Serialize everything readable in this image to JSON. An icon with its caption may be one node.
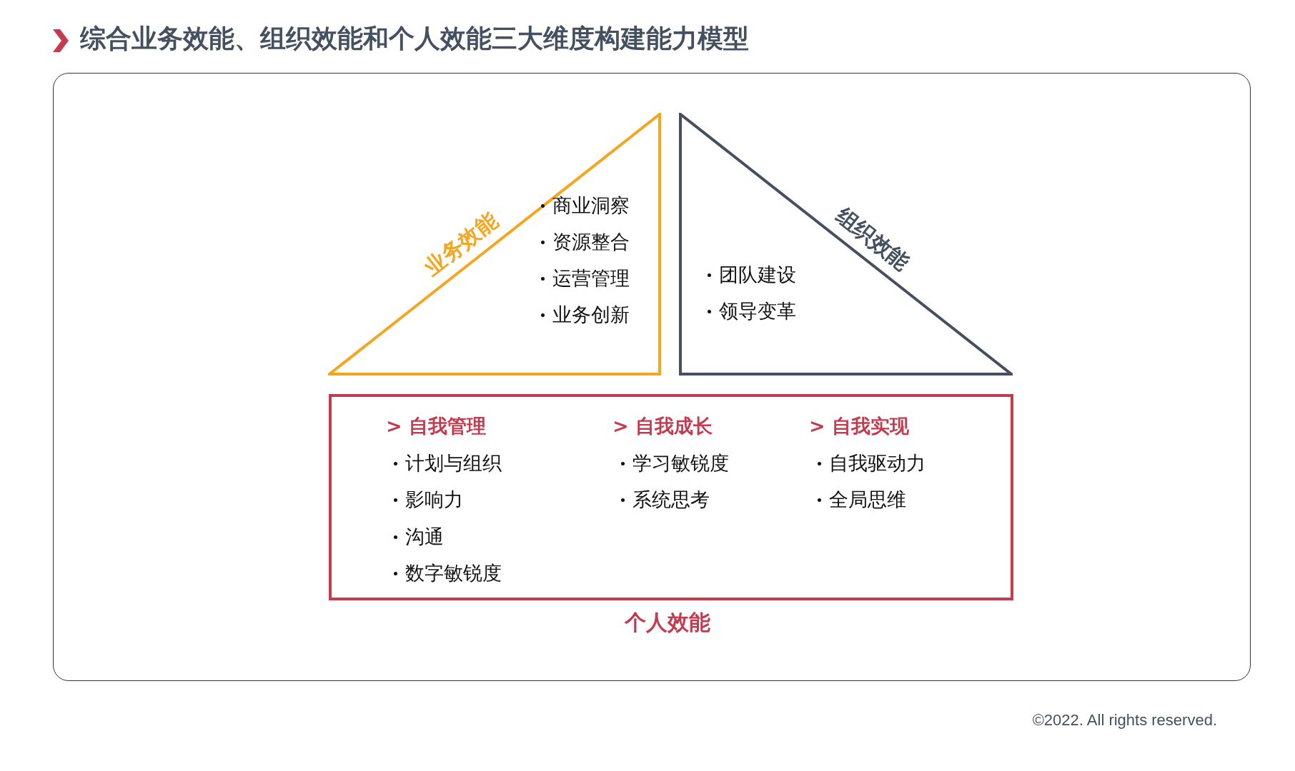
{
  "diagram": {
    "title": "综合业务效能、组织效能和个人效能三大维度构建能力模型",
    "nodes": [
      {
        "text": [
          "业务效能",
          "商业洞察",
          "资源整合",
          "运营管理",
          "业务创新"
        ]
      },
      {
        "text": [
          "组织效能",
          "团队建设",
          "领导变革"
        ]
      },
      {
        "text": [
          "个人效能",
          "> 自我管理",
          "计划与组织",
          "影响力",
          "沟通",
          "数字敏锐度",
          "> 自我成长",
          "学习敏锐度",
          "系统思考",
          "> 自我实现",
          "自我驱动力",
          "全局思维"
        ]
      }
    ],
    "labels": [
      "©2022. All rights reserved."
    ]
  }
}
